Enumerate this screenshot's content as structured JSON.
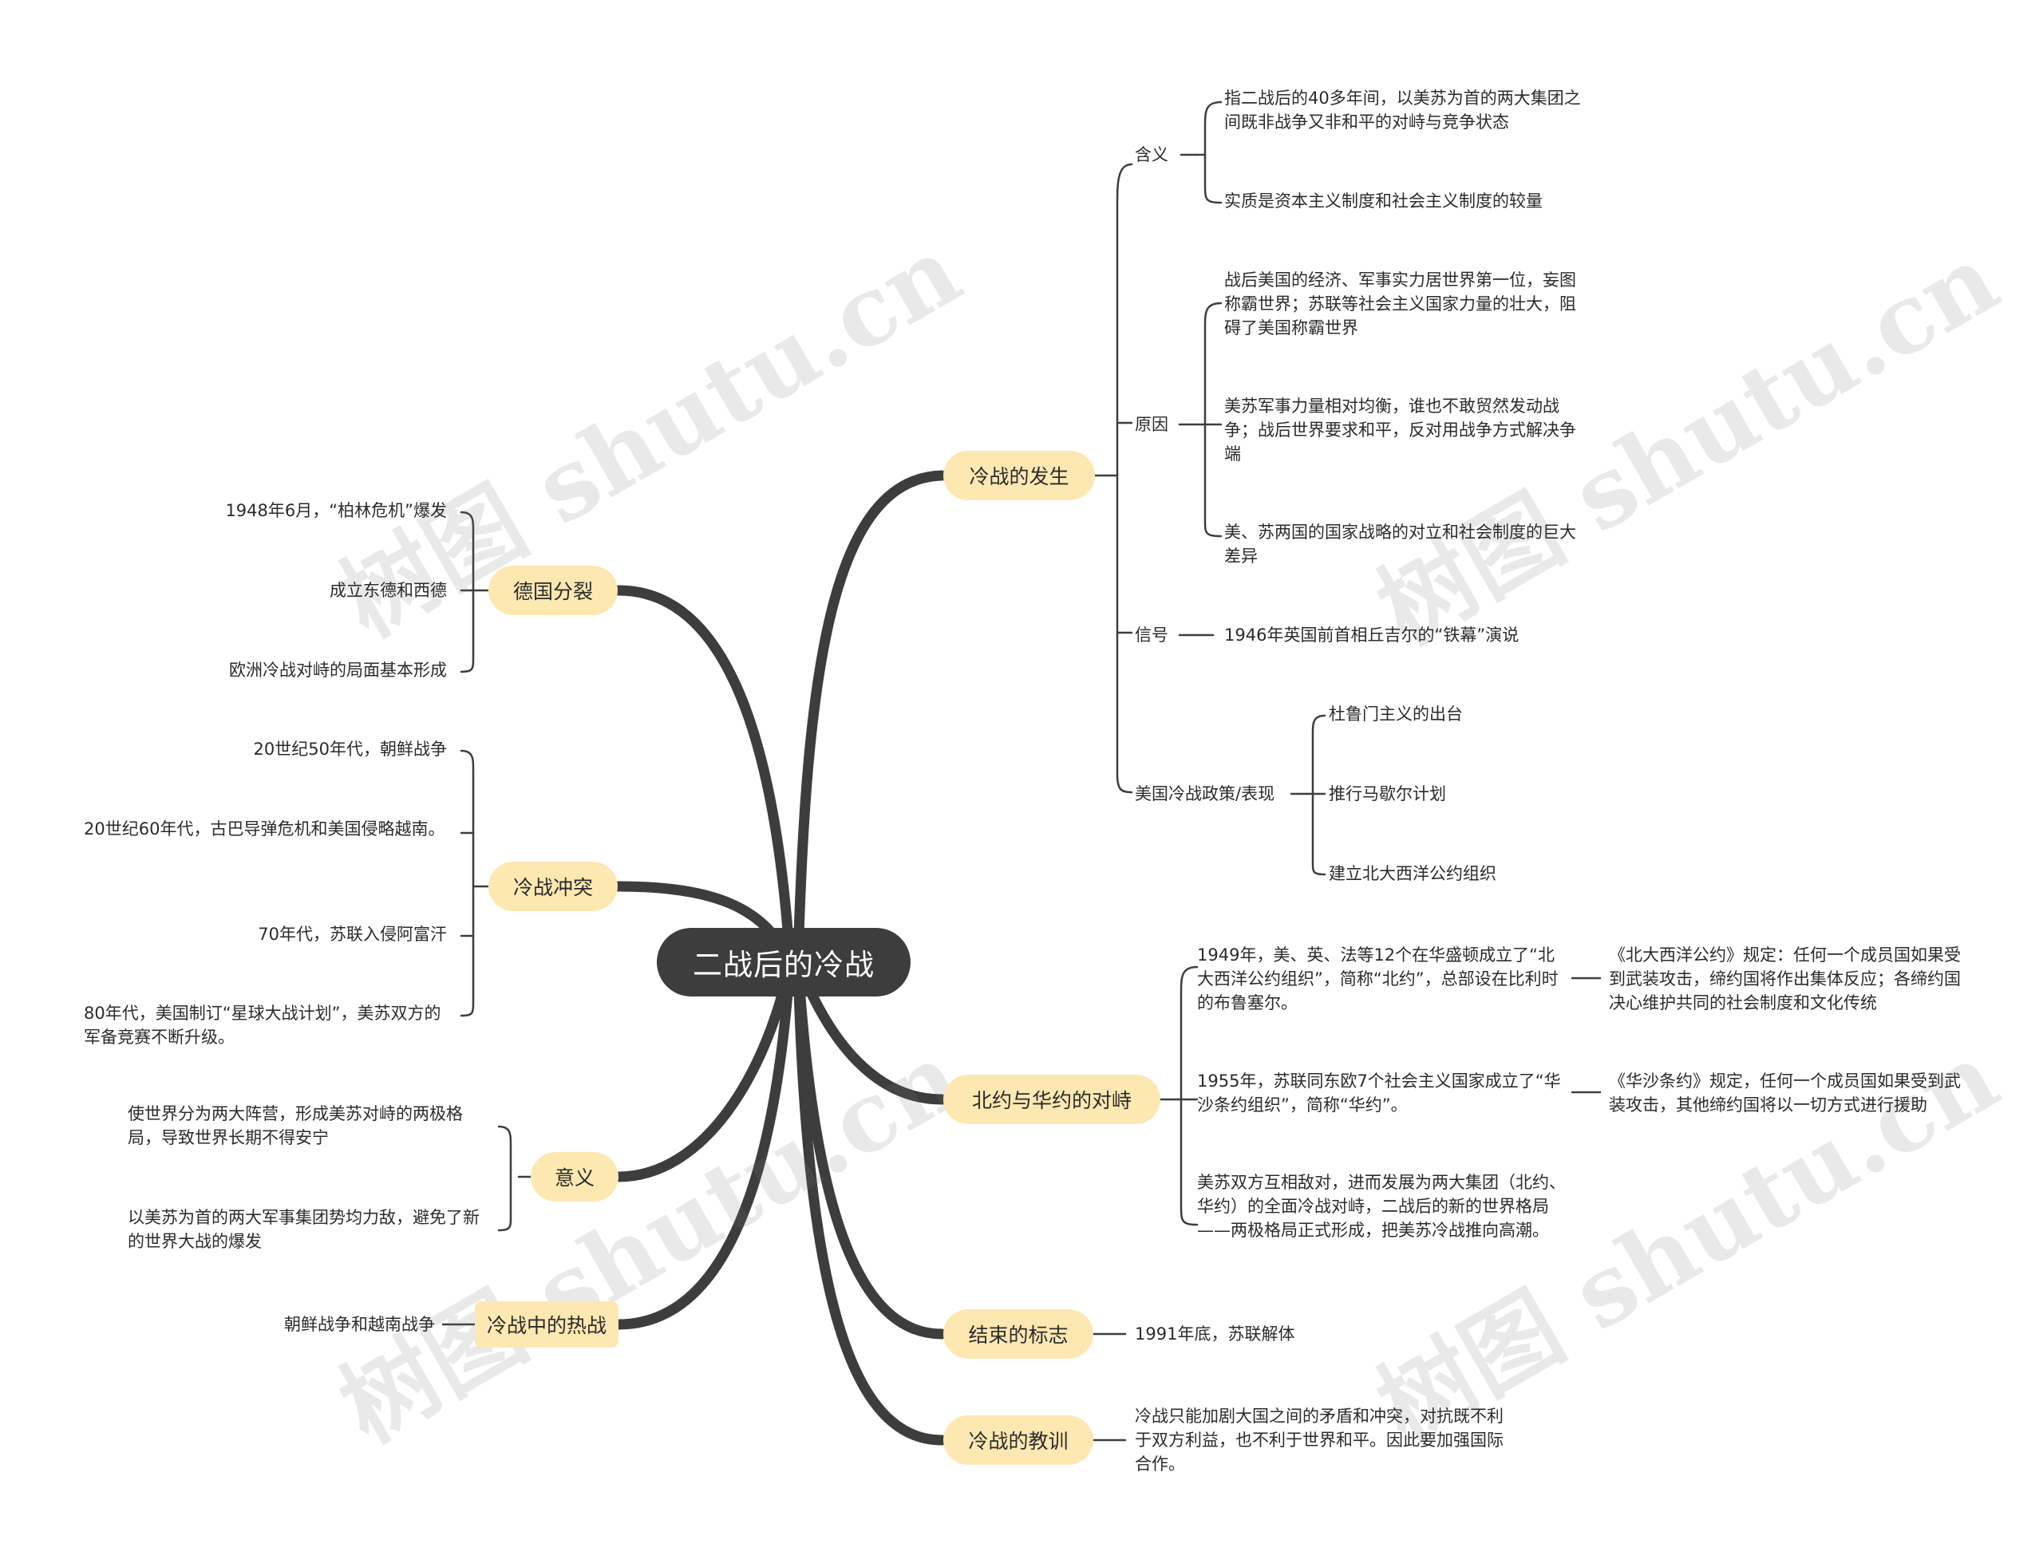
{
  "center": "二战后的冷战",
  "watermark": "树图 shutu.cn",
  "right": {
    "occurrence": {
      "label": "冷战的发生",
      "meaning": {
        "label": "含义",
        "items": [
          "指二战后的40多年间，以美苏为首的两大集团之间既非战争又非和平的对峙与竞争状态",
          "实质是资本主义制度和社会主义制度的较量"
        ]
      },
      "cause": {
        "label": "原因",
        "items": [
          "战后美国的经济、军事实力居世界第一位，妄图称霸世界；苏联等社会主义国家力量的壮大，阻碍了美国称霸世界",
          "美苏军事力量相对均衡，谁也不敢贸然发动战争；战后世界要求和平，反对用战争方式解决争端",
          "美、苏两国的国家战略的对立和社会制度的巨大差异"
        ]
      },
      "signal": {
        "label": "信号",
        "item": "1946年英国前首相丘吉尔的“铁幕”演说"
      },
      "policy": {
        "label": "美国冷战政策/表现",
        "items": [
          "杜鲁门主义的出台",
          "推行马歇尔计划",
          "建立北大西洋公约组织"
        ]
      }
    },
    "nato": {
      "label": "北约与华约的对峙",
      "items": [
        "1949年，美、英、法等12个在华盛顿成立了“北大西洋公约组织”，简称“北约”，总部设在比利时的布鲁塞尔。",
        "1955年，苏联同东欧7个社会主义国家成立了“华沙条约组织”，简称“华约”。",
        "美苏双方互相敌对，进而发展为两大集团（北约、华约）的全面冷战对峙，二战后的新的世界格局——两极格局正式形成，把美苏冷战推向高潮。"
      ],
      "details": [
        "《北大西洋公约》规定：任何一个成员国如果受到武装攻击，缔约国将作出集体反应；各缔约国决心维护共同的社会制度和文化传统",
        "《华沙条约》规定，任何一个成员国如果受到武装攻击，其他缔约国将以一切方式进行援助"
      ]
    },
    "end": {
      "label": "结束的标志",
      "item": "1991年底，苏联解体"
    },
    "lesson": {
      "label": "冷战的教训",
      "item": "冷战只能加剧大国之间的矛盾和冲突，对抗既不利于双方利益，也不利于世界和平。因此要加强国际合作。"
    }
  },
  "left": {
    "germany": {
      "label": "德国分裂",
      "items": [
        "1948年6月，“柏林危机”爆发",
        "成立东德和西德",
        "欧洲冷战对峙的局面基本形成"
      ]
    },
    "conflict": {
      "label": "冷战冲突",
      "items": [
        "20世纪50年代，朝鲜战争",
        "20世纪60年代，古巴导弹危机和美国侵略越南。",
        "70年代，苏联入侵阿富汗",
        "80年代，美国制订“星球大战计划”，美苏双方的军备竞赛不断升级。"
      ]
    },
    "significance": {
      "label": "意义",
      "items": [
        "使世界分为两大阵营，形成美苏对峙的两极格局，导致世界长期不得安宁",
        "以美苏为首的两大军事集团势均力敌，避免了新的世界大战的爆发"
      ]
    },
    "hotwar": {
      "label": "冷战中的热战",
      "item": "朝鲜战争和越南战争"
    }
  }
}
